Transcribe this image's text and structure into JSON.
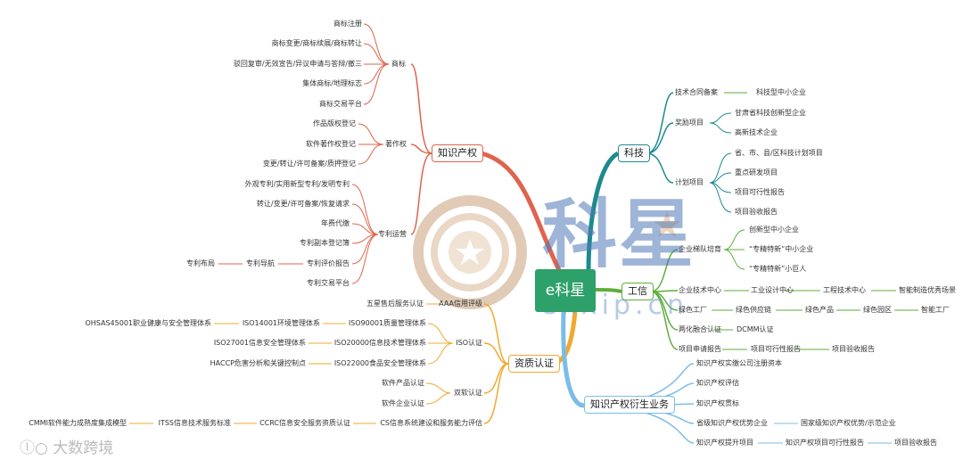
{
  "center": "e科星",
  "watermark": {
    "big": "科星",
    "url": "ekxip.cn",
    "site": "大数跨境"
  },
  "colors": {
    "ip": "#e0634d",
    "sci": "#1d8a8f",
    "gx": "#5dae3a",
    "zz": "#f0a92e",
    "der": "#7bbde8",
    "center": "#2ea06a"
  },
  "branches": {
    "ip": {
      "label": "知识产权",
      "groups": {
        "trademark": {
          "label": "商标",
          "items": [
            "商标注册",
            "商标变更/商标续展/商标转让",
            "驳回复审/无效宣告/异议申请与答辩/撤三",
            "集体商标/地理标志",
            "商标交易平台"
          ]
        },
        "copyright": {
          "label": "著作权",
          "items": [
            "作品版权登记",
            "软件著作权登记",
            "变更/转让/许可备案/质押登记"
          ]
        },
        "patent": {
          "label": "专利运营",
          "items": [
            "外观专利/实用新型专利/发明专利",
            "转让/变更/许可备案/恢复请求",
            "年费代缴",
            "专利副本登记簿",
            "专利评价报告",
            "专利交易平台"
          ],
          "nav": "专利导航",
          "layout": "专利布局"
        }
      }
    },
    "sci": {
      "label": "科技",
      "groups": {
        "contract": {
          "label": "技术合同备案",
          "items": [
            "科技型中小企业"
          ]
        },
        "award": {
          "label": "奖励项目",
          "items": [
            "甘肃省科技创新型企业",
            "高新技术企业"
          ]
        },
        "plan": {
          "label": "计划项目",
          "items": [
            "省、市、县/区科技计划项目",
            "重点研发项目",
            "项目可行性报告",
            "项目验收报告"
          ]
        }
      }
    },
    "gx": {
      "label": "工信",
      "groups": {
        "ladder": {
          "label": "企业梯队培育",
          "items": [
            "创新型中小企业",
            "“专精特新”中小企业",
            "“专精特新”小巨人"
          ]
        },
        "center": {
          "label": "企业技术中心",
          "items": [
            "工业设计中心",
            "工程技术中心",
            "智能制造优秀场景"
          ]
        },
        "green": {
          "label": "绿色工厂",
          "items": [
            "绿色供应链",
            "绿色产品",
            "绿色园区",
            "智能工厂"
          ]
        },
        "fusion": {
          "label": "两化融合认证",
          "items": [
            "DCMM认证"
          ]
        },
        "apply": {
          "label": "项目申请报告",
          "items": [
            "项目可行性报告",
            "项目验收报告"
          ]
        }
      }
    },
    "zz": {
      "label": "资质认证",
      "aaa": "AAA信用评级",
      "service": "五星售后服务认证",
      "iso": {
        "label": "ISO认证",
        "rows": [
          [
            "ISO90001质量管理体系",
            "ISO14001环境管理体系",
            "OHSAS45001职业健康与安全管理体系"
          ],
          [
            "ISO20000信息技术管理体系",
            "ISO27001信息安全管理体系"
          ],
          [
            "ISO22000食品安全管理体系",
            "HACCP危害分析和关键控制点"
          ]
        ]
      },
      "soft": {
        "label": "双软认证",
        "items": [
          "软件产品认证",
          "软件企业认证"
        ]
      },
      "cs": [
        "CS信息系统建设和服务能力评估",
        "CCRC信息安全服务资质认证",
        "ITSS信息技术服务标准",
        "CMMI软件能力成熟度集成模型"
      ]
    },
    "der": {
      "label": "知识产权衍生业务",
      "items": [
        "知识产权实缴公司注册资本",
        "知识产权评估",
        "知识产权贯标"
      ],
      "adv": [
        "省级知识产权优势企业",
        "国家级知识产权优势/示范企业"
      ],
      "up": [
        "知识产权提升项目",
        "知识产权项目可行性报告",
        "项目验收报告"
      ]
    }
  }
}
